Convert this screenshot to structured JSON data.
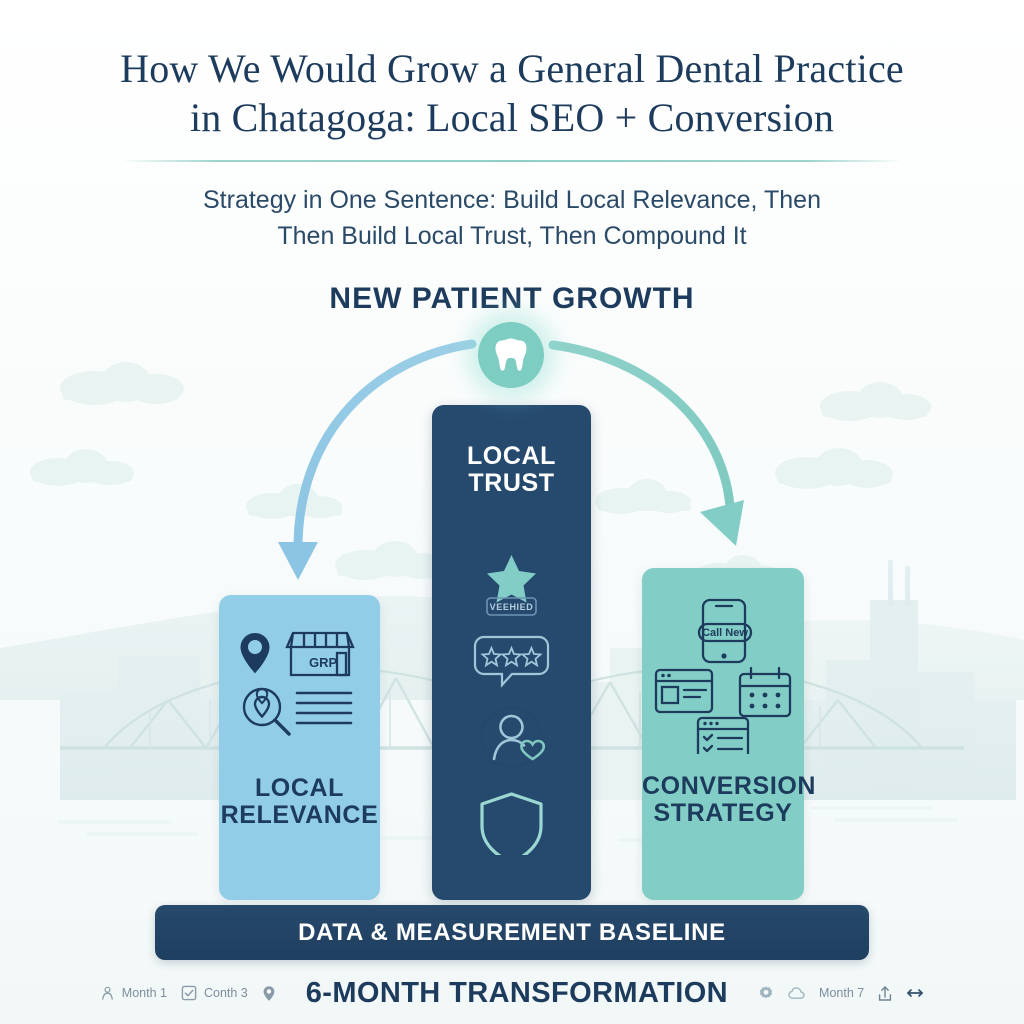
{
  "header": {
    "title_line1": "How We Would Grow a General Dental Practice",
    "title_line2": "in Chatagoga: Local SEO + Conversion",
    "subtitle_line1": "Strategy in One Sentence: Build Local Relevance, Then",
    "subtitle_line2": "Then Build Local Trust, Then Compound It"
  },
  "growth": {
    "label": "NEW PATIENT GROWTH",
    "badge_icon": "tooth-icon"
  },
  "arrows": {
    "left_color": "#8cc5e4",
    "right_color": "#82cec6"
  },
  "pillars": [
    {
      "id": "local-relevance",
      "title_line1": "LOCAL",
      "title_line2": "RELEVANCE",
      "color": "#92cde8",
      "text_color": "#1d3b5c",
      "icons": [
        "map-pin-icon",
        "storefront-icon",
        "magnifier-icon",
        "list-lines-icon"
      ],
      "storefront_label": "GRP"
    },
    {
      "id": "local-trust",
      "title_line1": "LOCAL",
      "title_line2": "TRUST",
      "color": "#254a6e",
      "text_color": "#ffffff",
      "icons": [
        "star-badge-icon",
        "review-bubble-icon",
        "person-heart-icon",
        "shield-icon"
      ],
      "badge_label": "VEEHIED"
    },
    {
      "id": "conversion-strategy",
      "title_line1": "CONVERSION",
      "title_line2": "STRATEGY",
      "color": "#82cec6",
      "text_color": "#1d3b5c",
      "icons": [
        "mobile-phone-icon",
        "browser-window-icon",
        "calendar-icon",
        "form-icon"
      ],
      "phone_label": "Call New"
    }
  ],
  "baseline": {
    "label": "DATA & MEASUREMENT BASELINE",
    "color": "#27496c"
  },
  "footer": {
    "headline": "6-MONTH TRANSFORMATION",
    "left_items": [
      {
        "icon": "person-icon",
        "label": "Month 1"
      },
      {
        "icon": "checkbox-icon",
        "label": "Conth 3"
      },
      {
        "icon": "location-pin-icon",
        "label": ""
      }
    ],
    "right_items": [
      {
        "icon": "gear-icon",
        "label": ""
      },
      {
        "icon": "cloud-icon",
        "label": ""
      },
      {
        "icon": "calendar-small-icon",
        "label": "Month 7"
      },
      {
        "icon": "upload-icon",
        "label": ""
      },
      {
        "icon": "arrows-horizontal-icon",
        "label": ""
      }
    ]
  },
  "colors": {
    "navy": "#1d3b5c",
    "pillar_navy": "#254a6e",
    "light_blue": "#92cde8",
    "teal": "#82cec6",
    "rule": "#9ed3cd",
    "background": "#f8fbfb"
  }
}
